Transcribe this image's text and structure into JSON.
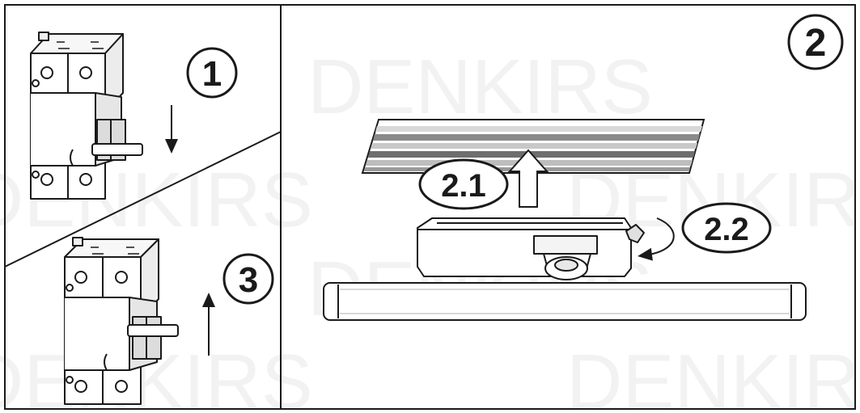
{
  "watermark": {
    "text": "DENKIRS"
  },
  "steps": {
    "step1": {
      "label": "1"
    },
    "step2": {
      "label": "2"
    },
    "step21": {
      "label": "2.1"
    },
    "step22": {
      "label": "2.2"
    },
    "step3": {
      "label": "3"
    }
  },
  "colors": {
    "line": "#1a1a1a",
    "track_stripes": [
      "#d8d8d8",
      "#8a8a8a",
      "#c8c8c8",
      "#6e6e6e",
      "#bdbdbd",
      "#9a9a9a"
    ],
    "watermark": "#f2f2f2"
  },
  "icons": {
    "breaker_off": "circuit-breaker-icon",
    "breaker_on": "circuit-breaker-icon",
    "track": "track-rail-icon",
    "adapter": "track-adapter-icon",
    "lamp": "tube-lamp-icon"
  }
}
